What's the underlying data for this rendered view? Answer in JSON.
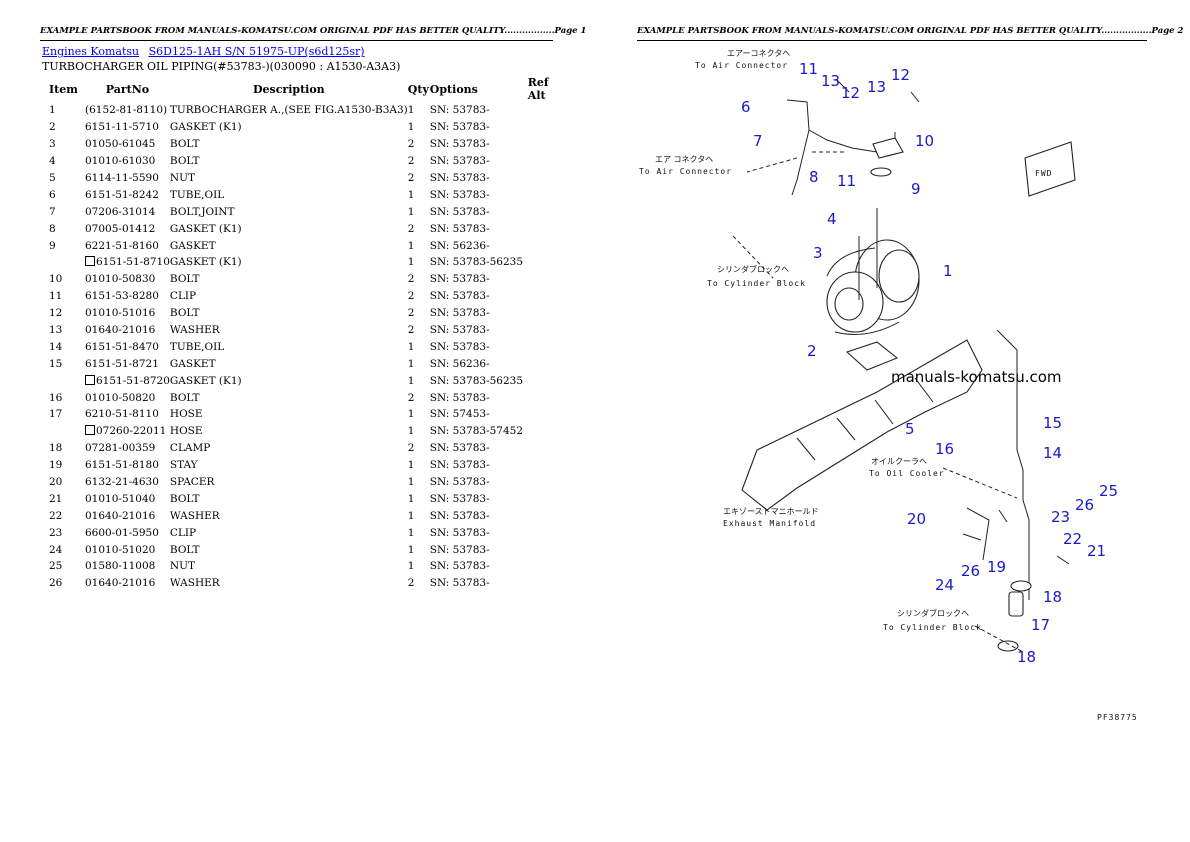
{
  "header": {
    "page1": "EXAMPLE PARTSBOOK FROM MANUALS-KOMATSU.COM ORIGINAL PDF HAS BETTER QUALITY.................Page 1",
    "page2": "EXAMPLE PARTSBOOK FROM MANUALS-KOMATSU.COM ORIGINAL PDF HAS BETTER QUALITY.................Page 2"
  },
  "breadcrumb": {
    "link1": "Engines Komatsu",
    "link2": "S6D125-1AH S/N 51975-UP(s6d125sr)"
  },
  "section_title": "TURBOCHARGER OIL PIPING(#53783-)(030090 : A1530-A3A3)",
  "table": {
    "headers": {
      "item": "Item",
      "partno": "PartNo",
      "description": "Description",
      "qty": "Qty",
      "options": "Options",
      "refalt": "Ref Alt"
    },
    "rows": [
      {
        "item": "1",
        "part": "(6152-81-8110)",
        "desc": "TURBOCHARGER A.,(SEE FIG.A1530-B3A3)",
        "qty": "1",
        "opt": "SN: 53783-",
        "box": false
      },
      {
        "item": "2",
        "part": "6151-11-5710",
        "desc": "GASKET (K1)",
        "qty": "1",
        "opt": "SN: 53783-",
        "box": false
      },
      {
        "item": "3",
        "part": "01050-61045",
        "desc": "BOLT",
        "qty": "2",
        "opt": "SN: 53783-",
        "box": false
      },
      {
        "item": "4",
        "part": "01010-61030",
        "desc": "BOLT",
        "qty": "2",
        "opt": "SN: 53783-",
        "box": false
      },
      {
        "item": "5",
        "part": "6114-11-5590",
        "desc": "NUT",
        "qty": "2",
        "opt": "SN: 53783-",
        "box": false
      },
      {
        "item": "6",
        "part": "6151-51-8242",
        "desc": "TUBE,OIL",
        "qty": "1",
        "opt": "SN: 53783-",
        "box": false
      },
      {
        "item": "7",
        "part": "07206-31014",
        "desc": "BOLT,JOINT",
        "qty": "1",
        "opt": "SN: 53783-",
        "box": false
      },
      {
        "item": "8",
        "part": "07005-01412",
        "desc": "GASKET (K1)",
        "qty": "2",
        "opt": "SN: 53783-",
        "box": false
      },
      {
        "item": "9",
        "part": "6221-51-8160",
        "desc": "GASKET",
        "qty": "1",
        "opt": "SN: 56236-",
        "box": false
      },
      {
        "item": "",
        "part": "6151-51-8710",
        "desc": "GASKET (K1)",
        "qty": "1",
        "opt": "SN: 53783-56235",
        "box": true
      },
      {
        "item": "10",
        "part": "01010-50830",
        "desc": "BOLT",
        "qty": "2",
        "opt": "SN: 53783-",
        "box": false
      },
      {
        "item": "11",
        "part": "6151-53-8280",
        "desc": "CLIP",
        "qty": "2",
        "opt": "SN: 53783-",
        "box": false
      },
      {
        "item": "12",
        "part": "01010-51016",
        "desc": "BOLT",
        "qty": "2",
        "opt": "SN: 53783-",
        "box": false
      },
      {
        "item": "13",
        "part": "01640-21016",
        "desc": "WASHER",
        "qty": "2",
        "opt": "SN: 53783-",
        "box": false
      },
      {
        "item": "14",
        "part": "6151-51-8470",
        "desc": "TUBE,OIL",
        "qty": "1",
        "opt": "SN: 53783-",
        "box": false
      },
      {
        "item": "15",
        "part": "6151-51-8721",
        "desc": "GASKET",
        "qty": "1",
        "opt": "SN: 56236-",
        "box": false
      },
      {
        "item": "",
        "part": "6151-51-8720",
        "desc": "GASKET (K1)",
        "qty": "1",
        "opt": "SN: 53783-56235",
        "box": true
      },
      {
        "item": "16",
        "part": "01010-50820",
        "desc": "BOLT",
        "qty": "2",
        "opt": "SN: 53783-",
        "box": false
      },
      {
        "item": "17",
        "part": "6210-51-8110",
        "desc": "HOSE",
        "qty": "1",
        "opt": "SN: 57453-",
        "box": false
      },
      {
        "item": "",
        "part": "07260-22011",
        "desc": "HOSE",
        "qty": "1",
        "opt": "SN: 53783-57452",
        "box": true
      },
      {
        "item": "18",
        "part": "07281-00359",
        "desc": "CLAMP",
        "qty": "2",
        "opt": "SN: 53783-",
        "box": false
      },
      {
        "item": "19",
        "part": "6151-51-8180",
        "desc": "STAY",
        "qty": "1",
        "opt": "SN: 53783-",
        "box": false
      },
      {
        "item": "20",
        "part": "6132-21-4630",
        "desc": "SPACER",
        "qty": "1",
        "opt": "SN: 53783-",
        "box": false
      },
      {
        "item": "21",
        "part": "01010-51040",
        "desc": "BOLT",
        "qty": "1",
        "opt": "SN: 53783-",
        "box": false
      },
      {
        "item": "22",
        "part": "01640-21016",
        "desc": "WASHER",
        "qty": "1",
        "opt": "SN: 53783-",
        "box": false
      },
      {
        "item": "23",
        "part": "6600-01-5950",
        "desc": "CLIP",
        "qty": "1",
        "opt": "SN: 53783-",
        "box": false
      },
      {
        "item": "24",
        "part": "01010-51020",
        "desc": "BOLT",
        "qty": "1",
        "opt": "SN: 53783-",
        "box": false
      },
      {
        "item": "25",
        "part": "01580-11008",
        "desc": "NUT",
        "qty": "1",
        "opt": "SN: 53783-",
        "box": false
      },
      {
        "item": "26",
        "part": "01640-21016",
        "desc": "WASHER",
        "qty": "2",
        "opt": "SN: 53783-",
        "box": false
      }
    ]
  },
  "diagram": {
    "labels": {
      "air_connector_jp_top": "エアーコネクタヘ",
      "air_connector_en_top": "To Air Connector",
      "air_connector_jp_mid": "エア コネクタヘ",
      "air_connector_en_mid": "To Air Connector",
      "cyl_block_jp_top": "シリンダブロックヘ",
      "cyl_block_en_top": "To Cylinder Block",
      "oil_cooler_jp": "オイルクーラヘ",
      "oil_cooler_en": "To Oil Cooler",
      "exhaust_jp": "エキゾーストマニホールド",
      "exhaust_en": "Exhaust Manifold",
      "cyl_block_jp_bottom": "シリンダブロックヘ",
      "cyl_block_en_bottom": "To Cylinder Block",
      "fwd": "FWD",
      "watermark": "manuals-komatsu.com",
      "figure_code": "PF38775"
    },
    "callouts": [
      "1",
      "2",
      "3",
      "4",
      "5",
      "6",
      "7",
      "8",
      "9",
      "10",
      "11",
      "11",
      "12",
      "12",
      "13",
      "13",
      "14",
      "15",
      "16",
      "17",
      "18",
      "18",
      "19",
      "20",
      "21",
      "22",
      "23",
      "24",
      "25",
      "26",
      "26"
    ]
  }
}
